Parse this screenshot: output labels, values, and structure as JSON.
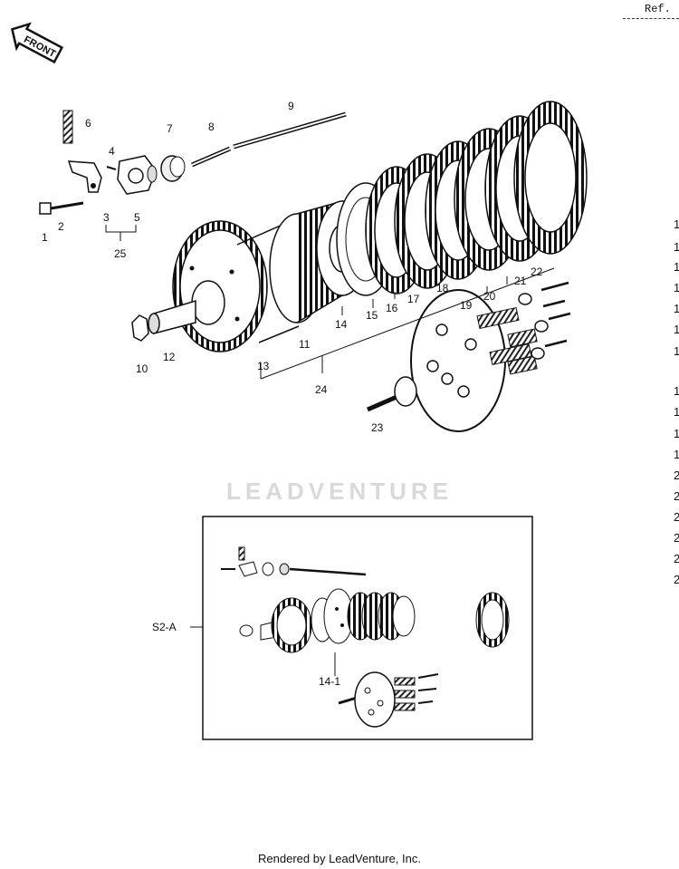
{
  "header": {
    "ref_label": "Ref."
  },
  "front_badge": "FRONT",
  "watermark": "LEADVENTURE",
  "callouts": [
    "1",
    "2",
    "3",
    "4",
    "5",
    "6",
    "7",
    "8",
    "9",
    "10",
    "11",
    "12",
    "13",
    "14",
    "15",
    "16",
    "17",
    "18",
    "19",
    "20",
    "21",
    "22",
    "23",
    "24",
    "25"
  ],
  "inset": {
    "label": "S2-A",
    "sub_callout": "14-1"
  },
  "right_edge_digits": [
    "1",
    "1",
    "1",
    "1",
    "1",
    "1",
    "1",
    "1",
    "1",
    "1",
    "1",
    "2",
    "2",
    "2",
    "2",
    "2",
    "2"
  ],
  "footer": "Rendered by LeadVenture, Inc.",
  "colors": {
    "ink": "#111111",
    "watermark": "#d9d9d9",
    "background": "#ffffff"
  }
}
